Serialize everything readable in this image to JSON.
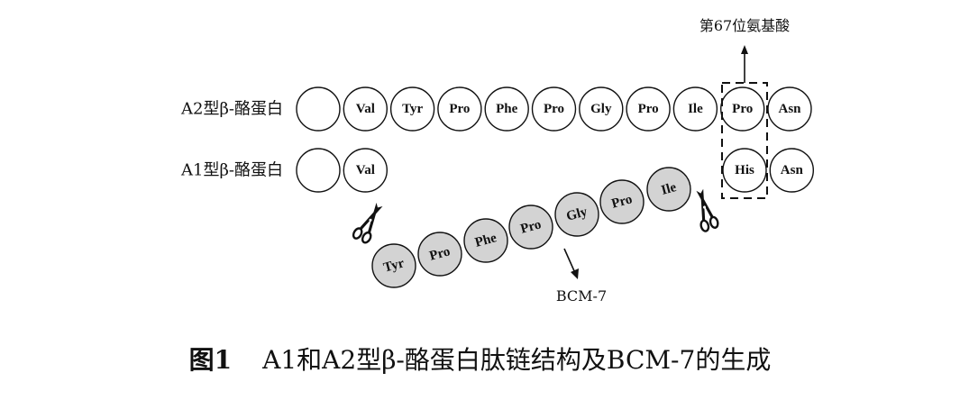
{
  "diagram": {
    "row_labels": {
      "a2": "A2型β-酪蛋白",
      "a1": "A1型β-酪蛋白"
    },
    "a2_chain": [
      "",
      "Val",
      "Tyr",
      "Pro",
      "Phe",
      "Pro",
      "Gly",
      "Pro",
      "Ile",
      "Pro",
      "Asn"
    ],
    "a1_chain_left": [
      "",
      "Val"
    ],
    "a1_chain_right": [
      "His",
      "Asn"
    ],
    "bcm7_peptide": [
      "Tyr",
      "Pro",
      "Phe",
      "Pro",
      "Gly",
      "Pro",
      "Ile"
    ],
    "position_note": "第67位氨基酸",
    "bcm_label": "BCM-7",
    "colors": {
      "peptide_fill": "#d3d3d3",
      "stroke": "#111111",
      "background": "#ffffff"
    }
  },
  "caption": {
    "figure_number": "图1",
    "text": "A1和A2型β-酪蛋白肽链结构及BCM-7的生成"
  }
}
